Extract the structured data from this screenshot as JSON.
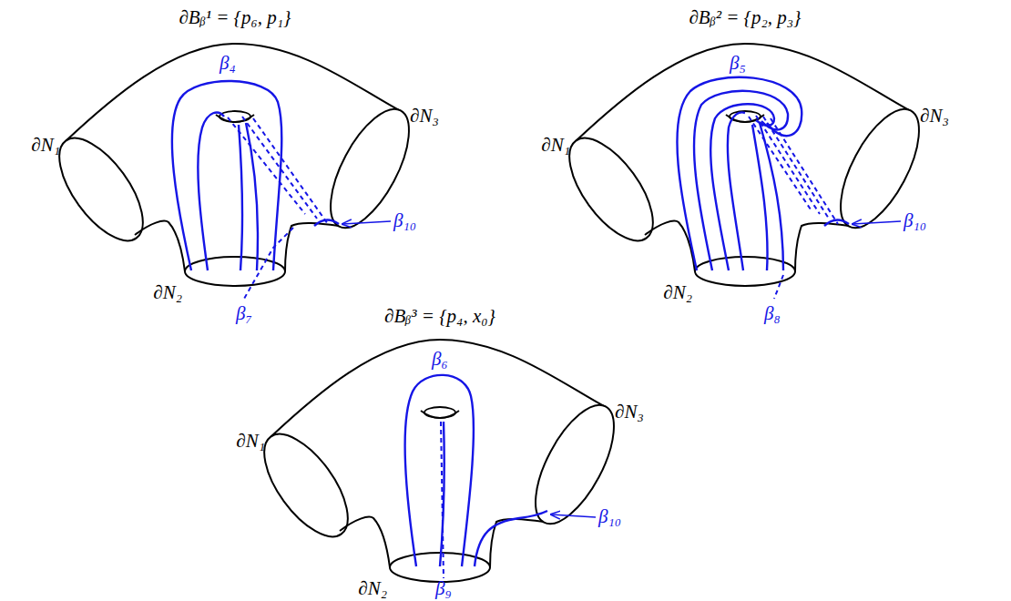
{
  "diagram": {
    "labels": [
      "∂Bᵦ¹ = {p₆, p₁}",
      "∂N₁",
      "∂N₃",
      "β₄",
      "β₁₀",
      "∂N₂",
      "β₇",
      "∂Bᵦ² = {p₂, p₃}",
      "∂N₁",
      "∂N₃",
      "β₅",
      "β₁₀",
      "∂N₂",
      "β₈",
      "∂Bᵦ³ = {p₄, x₀}",
      "∂N₁",
      "∂N₃",
      "β₆",
      "β₁₀",
      "∂N₂",
      "β₉"
    ]
  }
}
